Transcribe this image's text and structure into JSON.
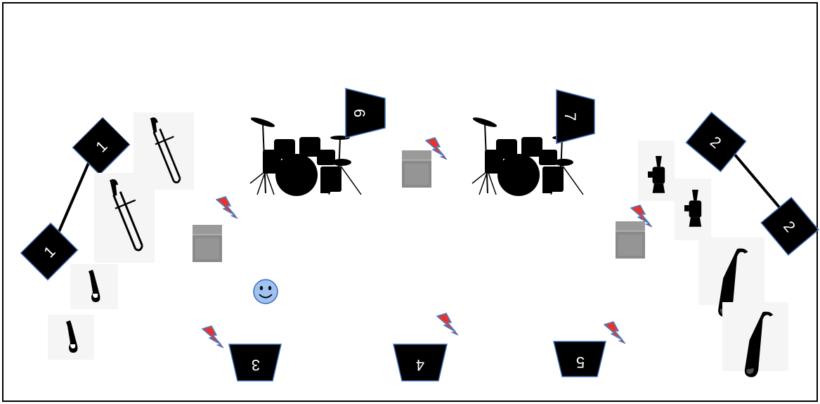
{
  "monitors": {
    "m1a": "1",
    "m1b": "1",
    "m2a": "2",
    "m2b": "2",
    "m3": "3",
    "m4": "4",
    "m5": "5",
    "m6": "6",
    "m7": "7"
  },
  "icons": {
    "monitor": "stage-monitor-wedge",
    "drums": "drum-kit",
    "amp": "guitar-amplifier",
    "power": "lightning-power-drop",
    "saxophone": "saxophone",
    "trombone": "trombone",
    "trumpet": "trumpet",
    "baritone_sax": "baritone-saxophone",
    "position": "smiley-face"
  },
  "colors": {
    "background": "#ffffff",
    "border": "#000000",
    "monitor_fill": "#000000",
    "monitor_outline": "#3d6bb5",
    "amp_fill": "#808080",
    "power_red": "#e8332a",
    "power_outline": "#4a7fc9",
    "smiley_fill": "#9fc3f0",
    "icon_tile": "#f5f5f5"
  }
}
